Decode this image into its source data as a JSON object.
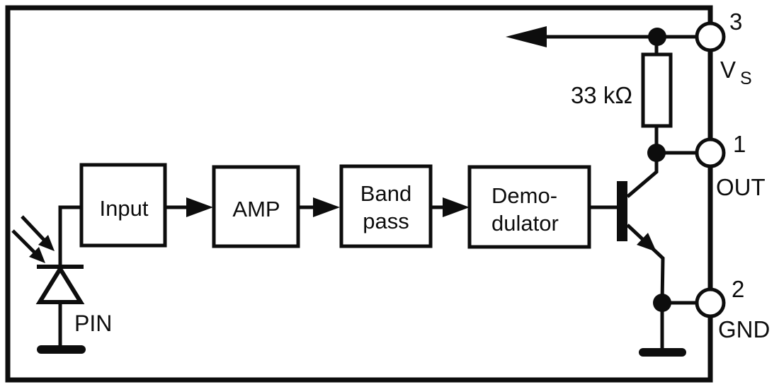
{
  "diagram": {
    "description": "IR receiver module internal block diagram",
    "background": "#ffffff",
    "ink": "#0d0d0d",
    "blocks": {
      "input": {
        "label": "Input"
      },
      "amp": {
        "label": "AMP"
      },
      "bandpass": {
        "line1": "Band",
        "line2": "pass"
      },
      "demodulator": {
        "line1": "Demo-",
        "line2": "dulator"
      }
    },
    "photodiode": {
      "label": "PIN"
    },
    "resistor": {
      "value": "33 kΩ"
    },
    "pins": {
      "vs": {
        "number": "3",
        "name": "V",
        "name_sub": "S"
      },
      "out": {
        "number": "1",
        "name": "OUT"
      },
      "gnd": {
        "number": "2",
        "name": "GND"
      }
    }
  }
}
